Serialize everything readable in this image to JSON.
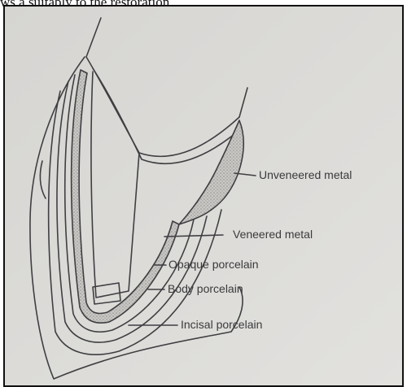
{
  "caption": "ws a suitably to the restoration.",
  "labels": {
    "unveneered_metal": "Unveneered metal",
    "veneered_metal": "Veneered metal",
    "opaque_porcelain": "Opaque porcelain",
    "body_porcelain": "Body porcelain",
    "incisal_porcelain": "Incisal porcelain"
  },
  "colors": {
    "background": "#d9d8d5",
    "line": "#3f3f42",
    "stipple": "#9d9c99",
    "label_text": "#3a3a3c"
  }
}
